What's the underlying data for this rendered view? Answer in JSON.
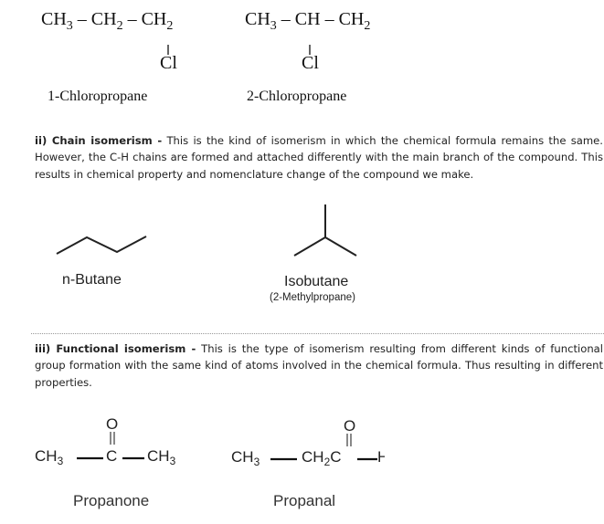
{
  "chloro": {
    "one": {
      "p1": "CH",
      "s1": "3",
      "p2": " – CH",
      "s2": "2",
      "p3": " – CH",
      "s3": "2",
      "cl": "Cl",
      "name": "1-Chloropropane"
    },
    "two": {
      "p1": "CH",
      "s1": "3",
      "p2": " – CH – CH",
      "s2": "2",
      "cl": "Cl",
      "name": "2-Chloropropane"
    }
  },
  "chain": {
    "heading": "ii) Chain isomerism -",
    "text": " This is the kind of isomerism in which the chemical formula remains the same. However, the C-H chains are formed and attached differently with the main branch of the compound. This results in chemical property and nomenclature change of the compound we make.",
    "butane": "n-Butane",
    "isobutane": "Isobutane",
    "isobutane_alt": "(2-Methylpropane)"
  },
  "functional": {
    "heading": "iii) Functional isomerism -",
    "text": "  This is the type of isomerism resulting from different kinds of functional group formation with the same kind of atoms involved in the chemical formula. Thus resulting in different properties.",
    "propanone": {
      "o": "O",
      "a": "CH",
      "as": "3",
      "c": "C",
      "b": "CH",
      "bs": "3",
      "name": "Propanone"
    },
    "propanal": {
      "o": "O",
      "a": "CH",
      "as": "3",
      "b": "CH",
      "bs": "2",
      "c": "C",
      "h": "H",
      "name": "Propanal"
    }
  }
}
